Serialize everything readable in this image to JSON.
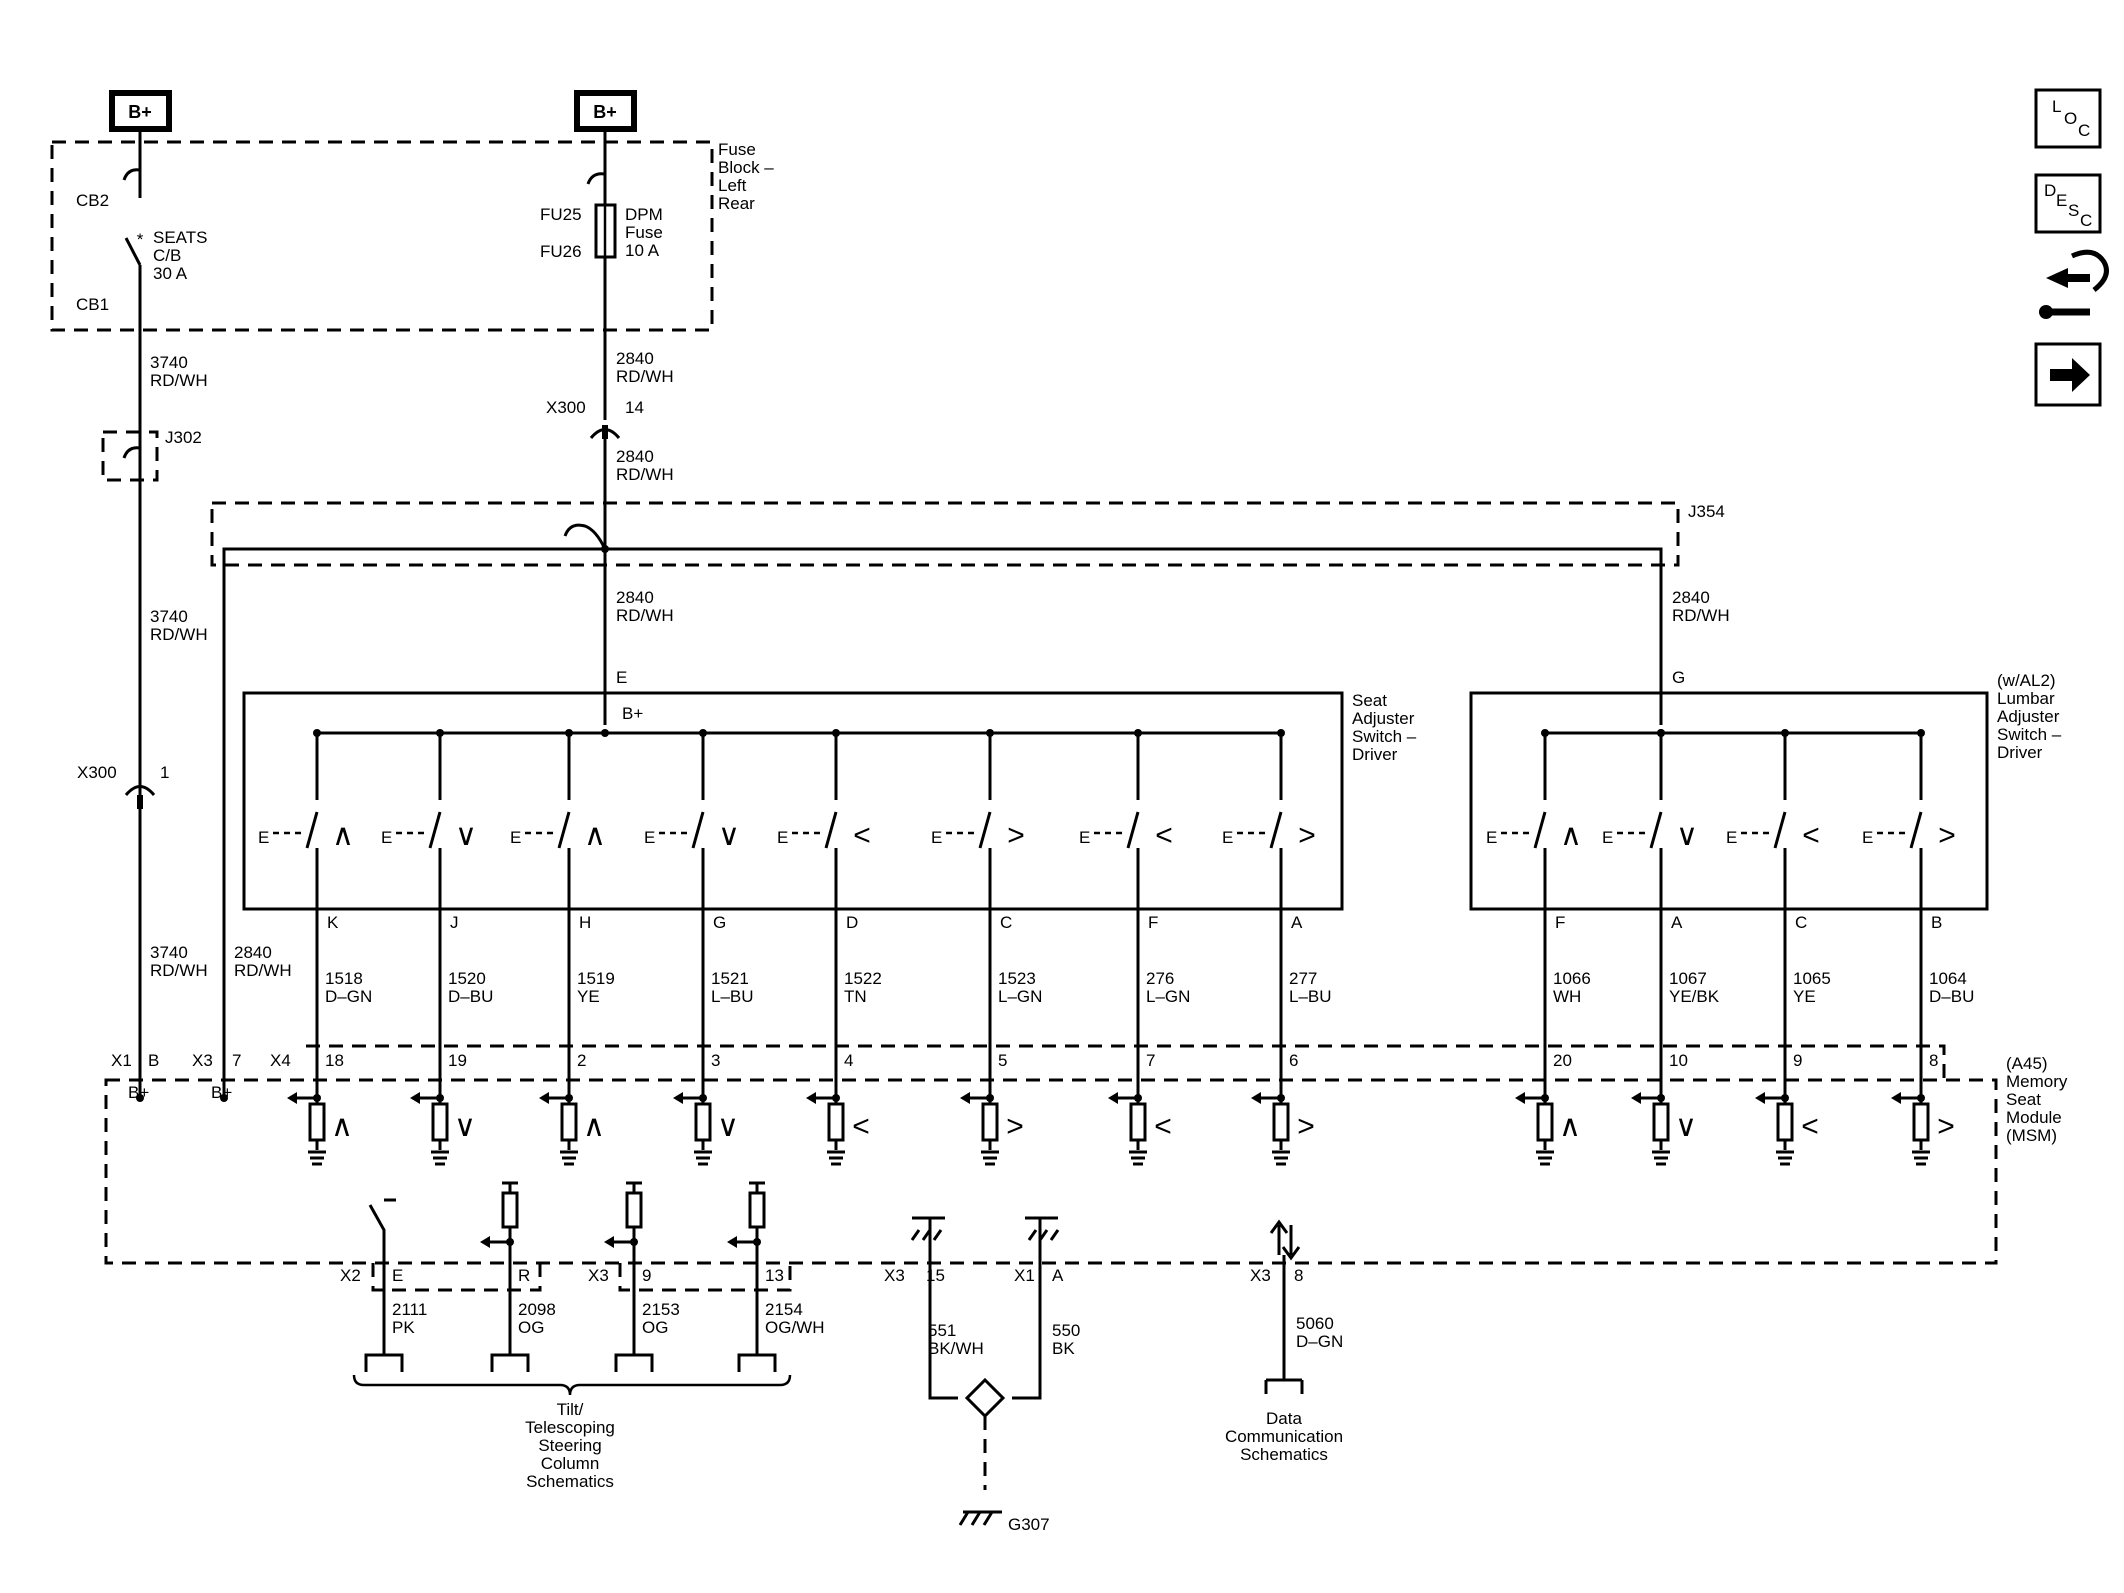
{
  "power": {
    "bplus_left": "B+",
    "bplus_right": "B+"
  },
  "fuse_block": {
    "label_lines": [
      "Fuse",
      "Block –",
      "Left",
      "Rear"
    ],
    "cb2": "CB2",
    "cb1": "CB1",
    "seats_lines": [
      "SEATS",
      "C/B",
      "30 A"
    ],
    "fu25": "FU25",
    "fu26": "FU26",
    "dpm_lines": [
      "DPM",
      "Fuse",
      "10 A"
    ]
  },
  "wires": {
    "w3740": [
      "3740",
      "RD/WH"
    ],
    "w2840": [
      "2840",
      "RD/WH"
    ]
  },
  "connectors": {
    "j302": "J302",
    "j354": "J354",
    "x300_top": "X300",
    "x300_top_pin": "14",
    "x300_mid": "X300",
    "x300_mid_pin": "1"
  },
  "seat_switch": {
    "label_lines": [
      "Seat",
      "Adjuster",
      "Switch –",
      "Driver"
    ],
    "pin_e": "E",
    "bplus": "B+",
    "pins": [
      {
        "pin": "K",
        "wire": "1518",
        "color": "D–GN",
        "dir": "∧",
        "msm_pin": "18"
      },
      {
        "pin": "J",
        "wire": "1520",
        "color": "D–BU",
        "dir": "∨",
        "msm_pin": "19"
      },
      {
        "pin": "H",
        "wire": "1519",
        "color": "YE",
        "dir": "∧",
        "msm_pin": "2"
      },
      {
        "pin": "G",
        "wire": "1521",
        "color": "L–BU",
        "dir": "∨",
        "msm_pin": "3"
      },
      {
        "pin": "D",
        "wire": "1522",
        "color": "TN",
        "dir": "<",
        "msm_pin": "4"
      },
      {
        "pin": "C",
        "wire": "1523",
        "color": "L–GN",
        "dir": ">",
        "msm_pin": "5"
      },
      {
        "pin": "F",
        "wire": "276",
        "color": "L–GN",
        "dir": "<",
        "msm_pin": "7"
      },
      {
        "pin": "A",
        "wire": "277",
        "color": "L–BU",
        "dir": ">",
        "msm_pin": "6"
      }
    ]
  },
  "lumbar_switch": {
    "label_lines": [
      "(w/AL2)",
      "Lumbar",
      "Adjuster",
      "Switch –",
      "Driver"
    ],
    "pin_g": "G",
    "pins": [
      {
        "pin": "F",
        "wire": "1066",
        "color": "WH",
        "dir": "∧",
        "msm_pin": "20"
      },
      {
        "pin": "A",
        "wire": "1067",
        "color": "YE/BK",
        "dir": "∨",
        "msm_pin": "10"
      },
      {
        "pin": "C",
        "wire": "1065",
        "color": "YE",
        "dir": "<",
        "msm_pin": "9"
      },
      {
        "pin": "B",
        "wire": "1064",
        "color": "D–BU",
        "dir": ">",
        "msm_pin": "8"
      }
    ]
  },
  "msm": {
    "label_lines": [
      "(A45)",
      "Memory",
      "Seat",
      "Module",
      "(MSM)"
    ],
    "x1": "X1",
    "x1_pin": "B",
    "x3": "X3",
    "x3_pin": "7",
    "x4": "X4",
    "bplus1": "B+",
    "bplus2": "B+",
    "e_char": "E"
  },
  "bottom": {
    "x2": "X2",
    "x3a": "X3",
    "x3b": "X3",
    "x1": "X1",
    "x3c": "X3",
    "tilt_pins": [
      {
        "pin": "E",
        "wire": "2111",
        "color": "PK"
      },
      {
        "pin": "R",
        "wire": "2098",
        "color": "OG"
      },
      {
        "pin": "9",
        "wire": "2153",
        "color": "OG"
      },
      {
        "pin": "13",
        "wire": "2154",
        "color": "OG/WH"
      }
    ],
    "tilt_label_lines": [
      "Tilt/",
      "Telescoping",
      "Steering",
      "Column",
      "Schematics"
    ],
    "gnd1": {
      "pin": "15",
      "wire": "551",
      "color": "BK/WH"
    },
    "gnd2": {
      "pin": "A",
      "wire": "550",
      "color": "BK"
    },
    "ground": "G307",
    "data": {
      "pin": "8",
      "wire": "5060",
      "color": "D–GN"
    },
    "data_label_lines": [
      "Data",
      "Communication",
      "Schematics"
    ]
  },
  "nav": {
    "loc": [
      "L",
      "O",
      "C"
    ],
    "desc": [
      "D",
      "E",
      "S",
      "C"
    ]
  }
}
